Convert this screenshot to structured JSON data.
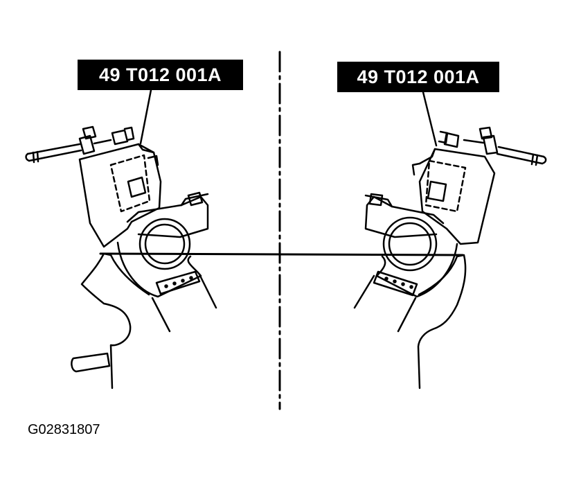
{
  "labels": {
    "left_tool": "49 T012 001A",
    "right_tool": "49 T012 001A"
  },
  "figure_id": "G02831807",
  "colors": {
    "ink": "#000000",
    "paper": "#ffffff",
    "label_bg": "#000000",
    "label_text": "#ffffff"
  }
}
